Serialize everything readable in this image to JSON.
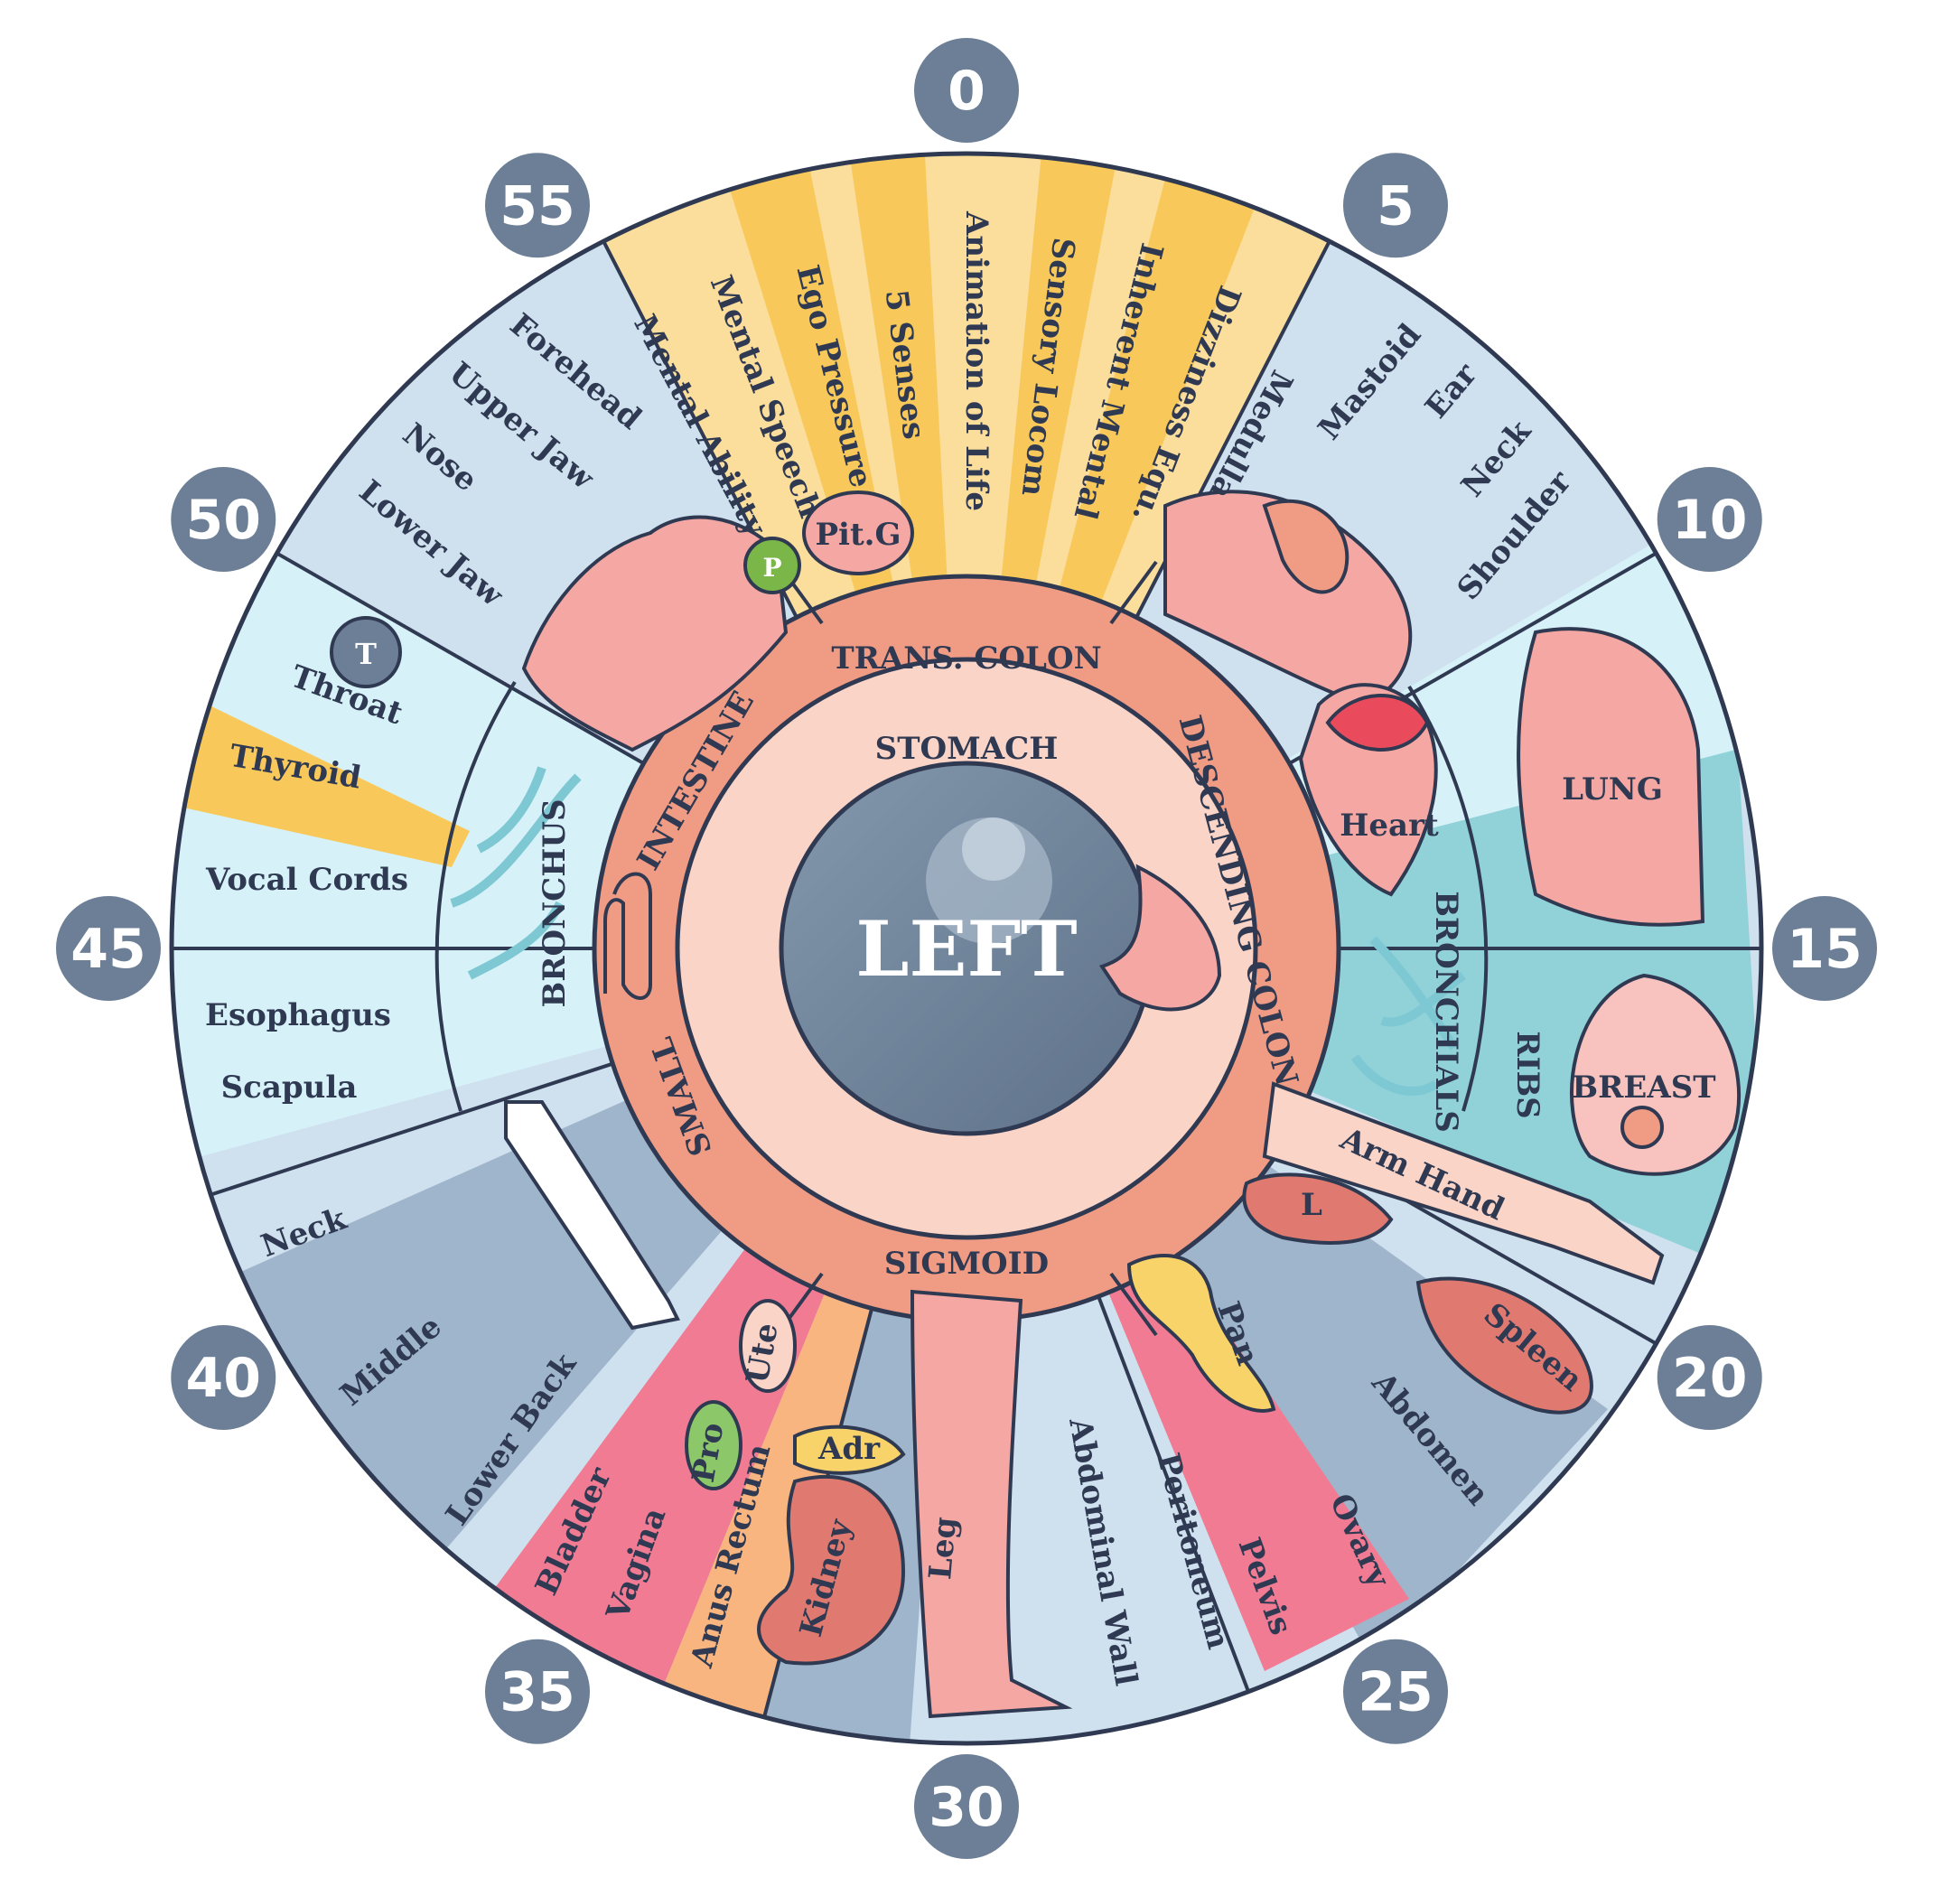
{
  "title": "LEFT",
  "colors": {
    "outline": "#2f3a52",
    "light_blue": "#cfe0ee",
    "mid_blue": "#9fb5cc",
    "cyan": "#d6f1f7",
    "teal": "#5ec6c6",
    "yellow": "#f8c95a",
    "pale_yellow": "#fbdd9c",
    "pink": "#f07b93",
    "peach": "#f8b57f",
    "skin": "#f4a7a3",
    "ring_outer": "#f09b84",
    "ring_inner": "#fbd4c8",
    "pupil": "#6e8299",
    "clock_bubble": "#6c7f96"
  },
  "clock_numbers": [
    "0",
    "5",
    "10",
    "15",
    "20",
    "25",
    "30",
    "35",
    "40",
    "45",
    "50",
    "55"
  ],
  "center": {
    "label": "LEFT"
  },
  "inner_ring": {
    "label": "STOMACH"
  },
  "intestine_ring": {
    "trans_colon": "TRANS. COLON",
    "descending_colon": "DESCENDING COLON",
    "sigmoid": "SIGMOID",
    "small": "SMALL",
    "intestine": "INTESTINE"
  },
  "brain_zone": [
    "Mental Ability",
    "Mental Speech",
    "Ego Pressure",
    "5 Senses",
    "Animation of Life",
    "Sensory Locom",
    "Inherent Mental",
    "Dizziness Equ.",
    "Medulla"
  ],
  "head_zone": [
    "Forehead",
    "Upper Jaw",
    "Nose",
    "Lower Jaw"
  ],
  "ear_zone": [
    "Mastoid",
    "Ear",
    "Neck",
    "Shoulder"
  ],
  "throat_zone": {
    "throat": "Throat",
    "thyroid": "Thyroid",
    "vocal_cords": "Vocal Cords",
    "esophagus": "Esophagus",
    "scapula": "Scapula",
    "t_badge": "T"
  },
  "bronchus": "BRONCHUS",
  "bronchials": "BRONCHIALS",
  "chest_zone": {
    "lung": "LUNG",
    "breast": "BREAST",
    "ribs": "RIBS",
    "heart": "Heart"
  },
  "glands": {
    "pit_g": "Pit.G",
    "p": "P",
    "l": "L",
    "pan": "Pan",
    "adr": "Adr",
    "pro": "Pro",
    "ute": "Ute"
  },
  "organs": {
    "spleen": "Spleen",
    "kidney": "Kidney"
  },
  "back_zone": [
    "Neck",
    "Middle",
    "Lower Back"
  ],
  "lower_zone": {
    "bladder": "Bladder",
    "vagina": "Vagina",
    "anus_rectum": "Anus Rectum",
    "leg": "Leg",
    "abdominal_wall": "Abdominal Wall",
    "peritoneum": "Peritoneum",
    "pelvis": "Pelvis",
    "ovary": "Ovary",
    "abdomen": "Abdomen",
    "arm_hand": "Arm Hand"
  }
}
